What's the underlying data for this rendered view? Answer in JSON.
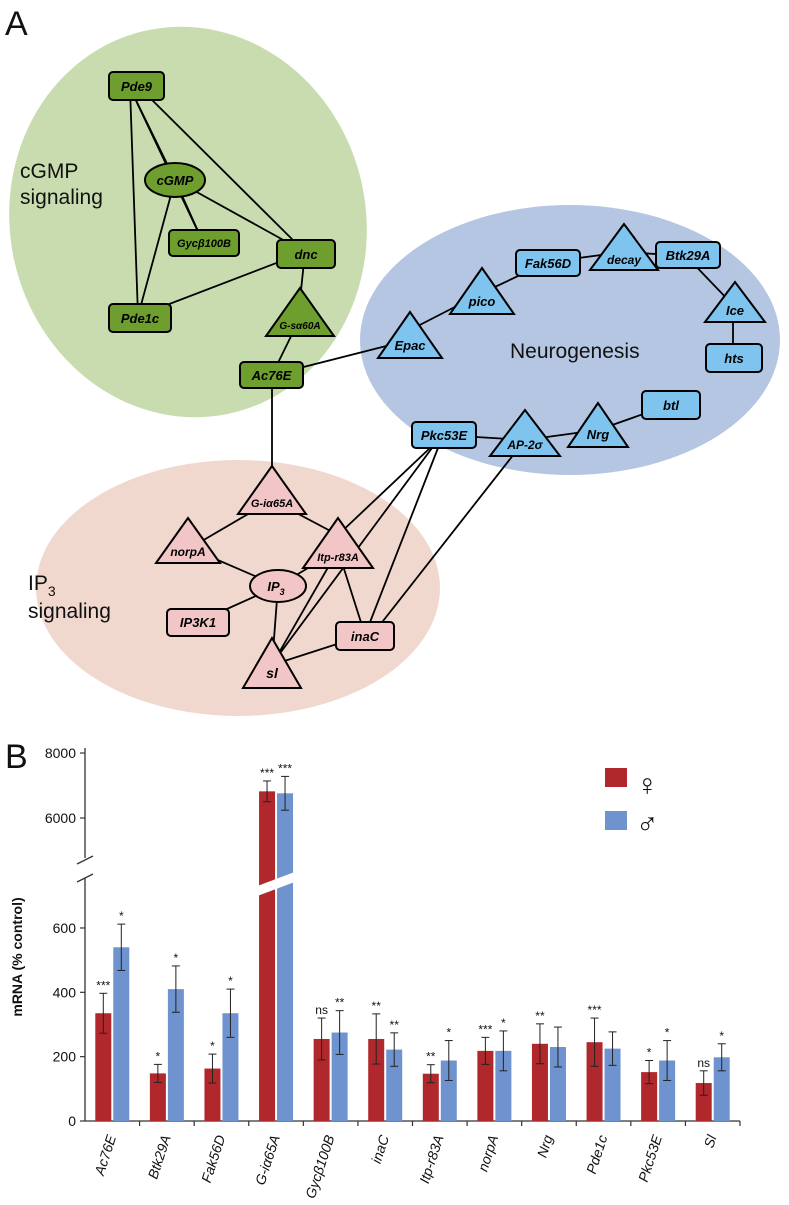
{
  "panel_a": {
    "letter": "A",
    "groups": {
      "cgmp": {
        "line1": "cGMP",
        "line2": "signaling",
        "color": "#c9dcb0",
        "node_color": "#6e9e2e"
      },
      "neuro": {
        "label": "Neurogenesis",
        "color": "#b5c6e2",
        "node_color": "#7ec4ee"
      },
      "ip3": {
        "line1": "IP",
        "sub": "3",
        "line2": "signaling",
        "color": "#f1d8cf",
        "node_color": "#f2c6c6"
      }
    },
    "nodes": {
      "pde9": "Pde9",
      "cgmp": "cGMP",
      "gyc": "Gycβ100B",
      "dnc": "dnc",
      "pde1c": "Pde1c",
      "gsa": "G-sα60A",
      "ac76e": "Ac76E",
      "fak": "Fak56D",
      "decay": "decay",
      "btk": "Btk29A",
      "pico": "pico",
      "ice": "Ice",
      "epac": "Epac",
      "hts": "hts",
      "btl": "btl",
      "pkc": "Pkc53E",
      "ap2": "AP-2σ",
      "nrg": "Nrg",
      "gia": "G-iα65A",
      "norpa": "norpA",
      "itp": "Itp-r83A",
      "ip3": "IP",
      "ip3_sub": "3",
      "ip3k1": "IP3K1",
      "sl": "sl",
      "inac": "inaC"
    }
  },
  "panel_b": {
    "letter": "B",
    "legend": {
      "female": "♀",
      "male": "♂"
    },
    "colors": {
      "female": "#b0282c",
      "male": "#6f93cf"
    }
  },
  "chart_data": {
    "type": "bar",
    "ylabel": "mRNA (% control)",
    "yticks": [
      0,
      200,
      400,
      600,
      6000,
      8000
    ],
    "axis_break": [
      700,
      5500
    ],
    "categories": [
      "Ac76E",
      "Btk29A",
      "Fak56D",
      "G-iα65A",
      "Gycβ100B",
      "inaC",
      "Itp-r83A",
      "norpA",
      "Nrg",
      "Pde1c",
      "Pkc53E",
      "Sl"
    ],
    "series": [
      {
        "name": "♀",
        "values": [
          335,
          148,
          163,
          6820,
          255,
          255,
          147,
          218,
          240,
          245,
          152,
          118
        ],
        "errors": [
          62,
          28,
          45,
          320,
          65,
          78,
          28,
          42,
          62,
          75,
          36,
          38
        ],
        "significance": [
          "***",
          "*",
          "*",
          "***",
          "ns",
          "**",
          "**",
          "***",
          "**",
          "***",
          "*",
          "ns"
        ]
      },
      {
        "name": "♂",
        "values": [
          540,
          410,
          335,
          6760,
          275,
          222,
          188,
          218,
          230,
          225,
          188,
          198
        ],
        "errors": [
          72,
          72,
          75,
          520,
          68,
          52,
          62,
          62,
          62,
          52,
          62,
          42
        ],
        "significance": [
          "*",
          "*",
          "*",
          "***",
          "**",
          "**",
          "*",
          "*",
          "",
          "",
          "*",
          "*"
        ]
      }
    ]
  }
}
